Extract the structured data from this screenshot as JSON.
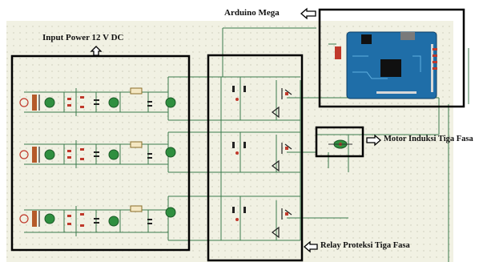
{
  "labels": {
    "arduino": "Arduino Mega",
    "input_power": "Input Power 12 V DC",
    "motor": "Motor Induksi Tiga Fasa",
    "relay": "Relay Proteksi Tiga Fasa"
  },
  "icons": {
    "arduino_arrow": "left-arrow-icon",
    "input_power_arrow": "up-arrow-icon",
    "motor_arrow": "right-arrow-icon",
    "relay_arrow": "left-arrow-icon"
  },
  "colors": {
    "canvas": "#f1f1e3",
    "grid_dot": "#c9c9b4",
    "wire": "#3c7a4c",
    "highlight_box": "#000000",
    "arduino_board": "#1f6ea8",
    "arduino_chip": "#101010",
    "component_green": "#2f8f3f",
    "component_red": "#c0392b"
  }
}
